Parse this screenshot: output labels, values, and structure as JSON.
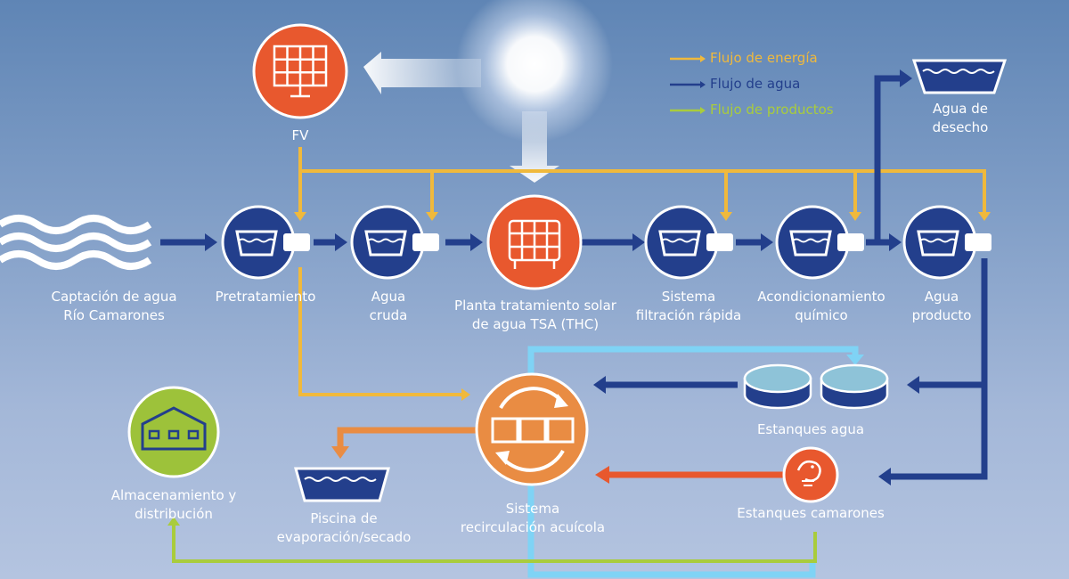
{
  "legend": {
    "energy": "Flujo de energía",
    "water": "Flujo de agua",
    "products": "Flujo de productos"
  },
  "colors": {
    "energy": "#f0b93c",
    "water": "#233f8c",
    "products": "#a9cc3c",
    "recirculation": "#7fd3f5",
    "orange": "#e8582e",
    "light_orange": "#e98c43",
    "green": "#9dc23a"
  },
  "nodes": {
    "fv": "FV",
    "captacion": {
      "line1": "Captación de agua",
      "line2": "Río Camarones"
    },
    "pretratamiento": "Pretratamiento",
    "agua_cruda": {
      "line1": "Agua",
      "line2": "cruda"
    },
    "planta": {
      "line1": "Planta tratamiento solar",
      "line2": "de agua TSA (THC)"
    },
    "filtracion": {
      "line1": "Sistema",
      "line2": "filtración rápida"
    },
    "acondicionamiento": {
      "line1": "Acondicionamiento",
      "line2": "químico"
    },
    "agua_producto": {
      "line1": "Agua",
      "line2": "producto"
    },
    "agua_desecho": {
      "line1": "Agua de",
      "line2": "desecho"
    },
    "estanques_agua": "Estanques agua",
    "estanques_camarones": "Estanques camarones",
    "sistema_recirculacion": {
      "line1": "Sistema",
      "line2": "recirculación acuícola"
    },
    "piscina": {
      "line1": "Piscina de",
      "line2": "evaporación/secado"
    },
    "almacenamiento": {
      "line1": "Almacenamiento y",
      "line2": "distribución"
    }
  },
  "icons": {
    "sun": "sun-icon",
    "solar_panel": "solar-panel-icon",
    "waves": "river-waves-icon",
    "tank": "water-tank-icon",
    "solar_collector": "solar-collector-icon",
    "pond": "pond-icon",
    "shrimp": "shrimp-icon",
    "recirculation": "recirculation-icon",
    "warehouse": "warehouse-icon"
  }
}
